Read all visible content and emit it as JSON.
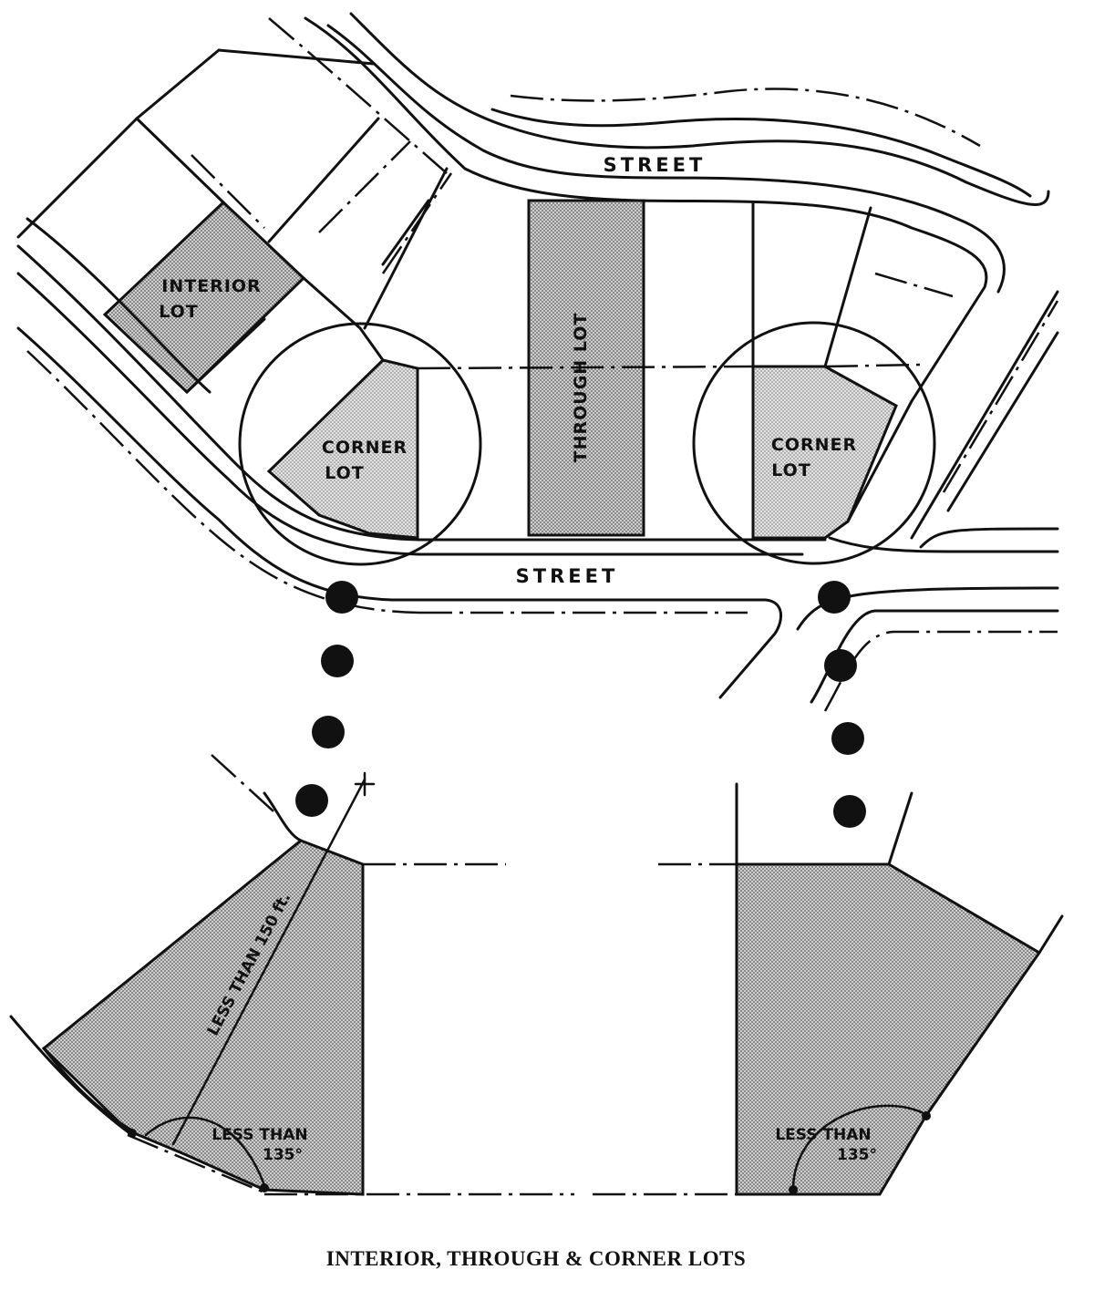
{
  "streets": {
    "upper": "STREET",
    "lower": "STREET"
  },
  "lots": {
    "interior": {
      "line1": "INTERIOR",
      "line2": "LOT"
    },
    "through": "THROUGH LOT",
    "corner_left": {
      "line1": "CORNER",
      "line2": "LOT"
    },
    "corner_right": {
      "line1": "CORNER",
      "line2": "LOT"
    }
  },
  "details": {
    "radius_note": "LESS THAN 150 ft.",
    "left_angle": {
      "line1": "LESS THAN",
      "line2": "135°"
    },
    "right_angle": {
      "line1": "LESS THAN",
      "line2": "135°"
    }
  },
  "caption": "INTERIOR, THROUGH & CORNER LOTS",
  "colors": {
    "ink": "#111111",
    "shade": "#9a9a9a",
    "paper": "#ffffff"
  }
}
